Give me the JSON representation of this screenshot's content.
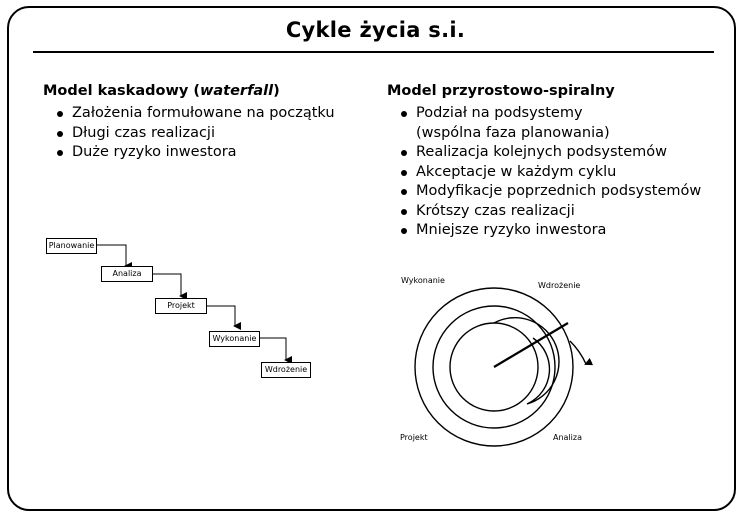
{
  "title": "Cykle życia s.i.",
  "left": {
    "heading_prefix": "Model kaskadowy (",
    "heading_em": "waterfall",
    "heading_suffix": ")",
    "bullets": [
      "Założenia formułowane na początku",
      "Długi czas realizacji",
      "Duże ryzyko inwestora"
    ],
    "waterfall_steps": [
      "Planowanie",
      "Analiza",
      "Projekt",
      "Wykonanie",
      "Wdrożenie"
    ]
  },
  "right": {
    "heading": "Model przyrostowo-spiralny",
    "bullet_1_line1": "Podział na podsystemy",
    "bullet_1_line2": "(wspólna faza planowania)",
    "bullets": [
      "Realizacja kolejnych podsystemów",
      "Akceptacje w każdym cyklu",
      "Modyfikacje poprzednich podsystemów",
      "Krótszy czas realizacji",
      "Mniejsze ryzyko inwestora"
    ],
    "spiral_labels": {
      "top_left": "Wykonanie",
      "top_right": "Wdrożenie",
      "bottom_left": "Projekt",
      "bottom_right": "Analiza"
    }
  }
}
